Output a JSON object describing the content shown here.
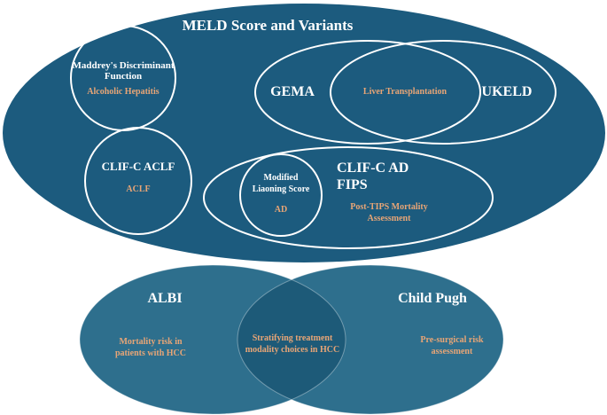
{
  "colors": {
    "main_fill": "#1c5b7e",
    "bottom_fill": "#2e6f8d",
    "overlap_fill": "#1d5a78",
    "circle_stroke": "#ffffff",
    "label_white": "#ffffff",
    "label_orange": "#e8a576"
  },
  "top_group": {
    "title": "MELD Score and Variants",
    "maddrey": {
      "title_line1": "Maddrey's Discriminant",
      "title_line2": "Function",
      "use": "Alcoholic Hepatitis"
    },
    "gema": {
      "title": "GEMA"
    },
    "ukeld": {
      "title": "UKELD"
    },
    "gema_ukeld_overlap": {
      "use": "Liver Transplantation"
    },
    "clif_c_aclf": {
      "title": "CLIF-C ACLF",
      "use": "ACLF"
    },
    "clif_c_ad": {
      "title": "CLIF-C AD"
    },
    "fips": {
      "title": "FIPS",
      "use_line1": "Post-TIPS Mortality",
      "use_line2": "Assessment"
    },
    "modified_liaoning": {
      "title_line1": "Modified",
      "title_line2": "Liaoning Score",
      "use": "AD"
    }
  },
  "bottom_group": {
    "albi": {
      "title": "ALBI",
      "use_line1": "Mortality risk in",
      "use_line2": "patients with HCC"
    },
    "child_pugh": {
      "title": "Child Pugh",
      "use_line1": "Pre-surgical risk",
      "use_line2": "assessment"
    },
    "overlap": {
      "use_line1": "Stratifying treatment",
      "use_line2": "modality choices in HCC"
    }
  }
}
